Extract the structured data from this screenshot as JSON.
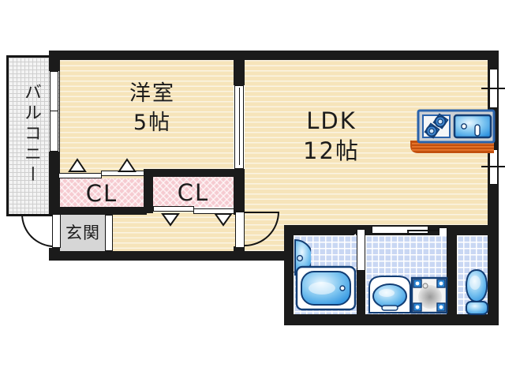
{
  "floorplan": {
    "balcony": {
      "label": "バルコニー"
    },
    "western_room": {
      "label": "洋室",
      "size": "5帖"
    },
    "ldk": {
      "label": "LDK",
      "size": "12帖"
    },
    "closet_left": {
      "label": "CL"
    },
    "closet_right": {
      "label": "CL"
    },
    "entrance": {
      "label": "玄関"
    },
    "icons": {
      "kitchen": "kitchen-stove-sink-icon",
      "bathtub": "bathtub-icon",
      "corner_basin": "corner-washbasin-icon",
      "washbasin": "washbasin-icon",
      "washer_pan": "washing-machine-pan-icon",
      "toilet": "toilet-icon",
      "opening_up": "opening-triangle-up-icon",
      "opening_down": "opening-triangle-down-icon",
      "opening_left": "opening-triangle-left-icon"
    },
    "colors": {
      "wall": "#1b1b1b",
      "room_floor": "#f6e4ba",
      "room_stripe": "#fdf5e0",
      "closet": "#f6cbd1",
      "entrance_floor": "#d6d6d6",
      "balcony_fill": "#f3f3f3",
      "tile": "#c9d7f3",
      "fixture_blue": "#2f9de8",
      "fixture_outline": "#123d74",
      "counter_orange": "#c2500e"
    }
  }
}
